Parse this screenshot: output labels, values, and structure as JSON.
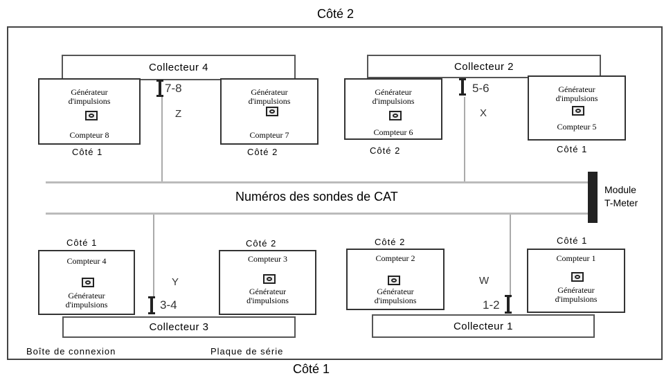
{
  "top_label": "Côté 2",
  "bottom_label": "Côté 1",
  "bus_label": "Numéros des sondes de CAT",
  "module_label_1": "Module",
  "module_label_2": "T-Meter",
  "collectors": {
    "c4": "Collecteur 4",
    "c2": "Collecteur 2",
    "c3": "Collecteur 3",
    "c1": "Collecteur 1"
  },
  "probes": {
    "p78": "7-8",
    "p56": "5-6",
    "p34": "3-4",
    "p12": "1-2"
  },
  "zones": {
    "z": "Z",
    "x": "X",
    "y": "Y",
    "w": "W"
  },
  "devices": {
    "d8": {
      "gen": "Générateur\nd'impulsions",
      "counter": "Compteur 8",
      "side": "Côté 1"
    },
    "d7": {
      "gen": "Générateur\nd'impulsions",
      "counter": "Compteur 7",
      "side": "Côté 2"
    },
    "d6": {
      "gen": "Générateur\nd'impulsions",
      "counter": "Compteur 6",
      "side": "Côté 2"
    },
    "d5": {
      "gen": "Générateur\nd'impulsions",
      "counter": "Compteur 5",
      "side": "Côté 1"
    },
    "d4": {
      "gen": "Générateur\nd'impulsions",
      "counter": "Compteur 4",
      "side": "Côté 1"
    },
    "d3": {
      "gen": "Générateur\nd'impulsions",
      "counter": "Compteur 3",
      "side": "Côté 2"
    },
    "d2": {
      "gen": "Générateur\nd'impulsions",
      "counter": "Compteur 2",
      "side": "Côté 2"
    },
    "d1": {
      "gen": "Générateur\nd'impulsions",
      "counter": "Compteur 1",
      "side": "Côté 1"
    }
  },
  "footer_left": "Boîte de connexion",
  "footer_mid": "Plaque de série"
}
